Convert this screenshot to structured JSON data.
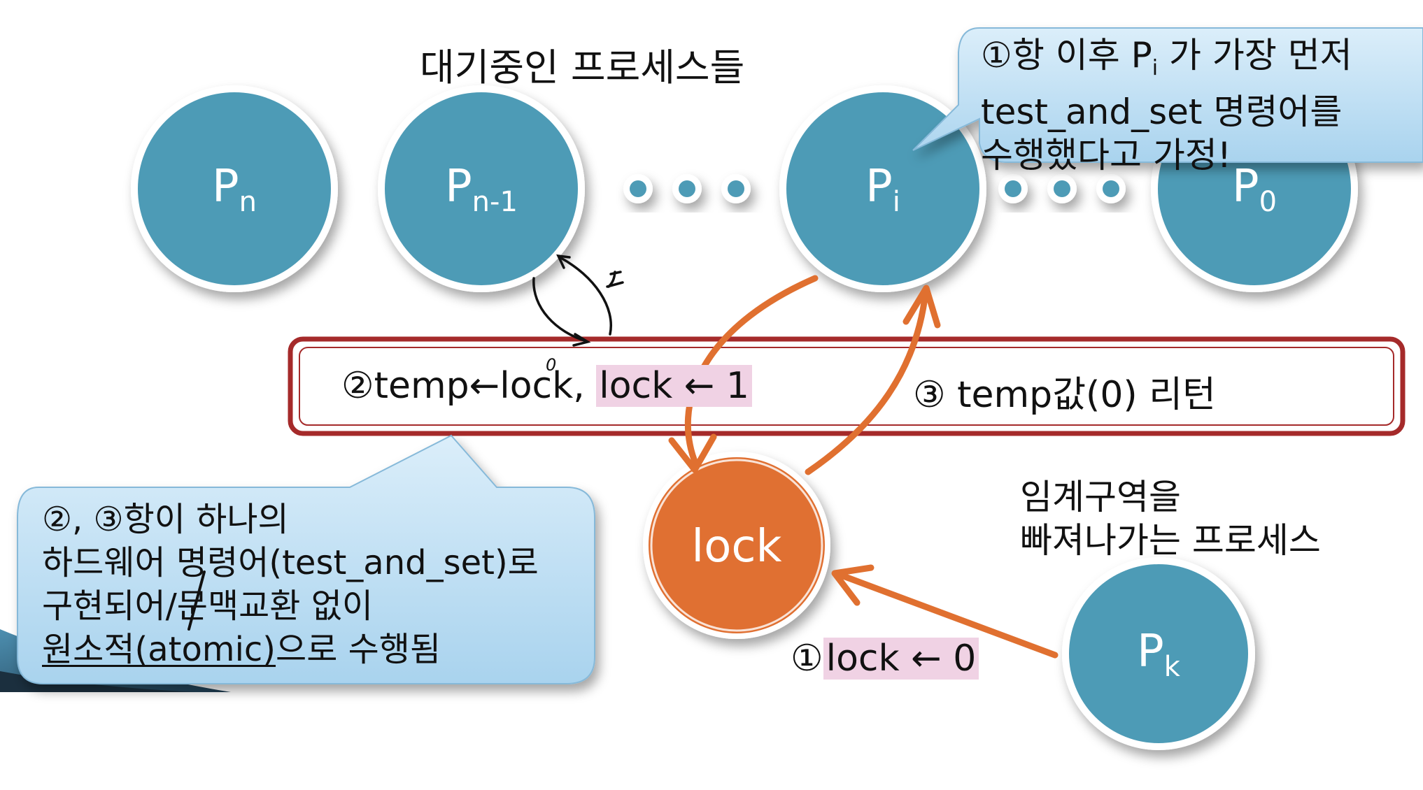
{
  "title": "대기중인 프로세스들",
  "processes": {
    "pn": {
      "base": "P",
      "sub": "n"
    },
    "pn1": {
      "base": "P",
      "sub": "n-1"
    },
    "pi": {
      "base": "P",
      "sub": "i"
    },
    "p0": {
      "base": "P",
      "sub": "0"
    },
    "pk": {
      "base": "P",
      "sub": "k"
    }
  },
  "lock_label": "lock",
  "top_callout": {
    "line1_prefix": "①항 이후 P",
    "line1_sub": "i",
    "line1_suffix": " 가 가장 먼저",
    "line2": "test_and_set 명령어를",
    "line3": "수행했다고 가정!"
  },
  "instruction_box": {
    "step2_prefix": "②temp",
    "step2_arrow": "←",
    "step2_lock": "lock,",
    "step2_highlight": "lock ← 1",
    "step2_annot_zero": "0",
    "step3": "③ temp값(0) 리턴"
  },
  "handwritten_one": "1",
  "exiting": {
    "line1": "임계구역을",
    "line2": "빠져나가는 프로세스"
  },
  "step1": {
    "circled": "①",
    "highlight": "lock ← 0"
  },
  "bottom_callout": {
    "line1": "②, ③항이 하나의",
    "line2": "하드웨어 명령어(test_and_set)로",
    "line3": "구현되어/문맥교환 없이",
    "line4_underlined": "원소적(atomic)",
    "line4_rest": "으로 수행됨"
  },
  "colors": {
    "process_circle": "#4e9bb6",
    "lock_circle": "#e07030",
    "arrow": "#e07030",
    "box_border": "#a52a2a",
    "callout_fill": "#c6e4f5",
    "highlight": "#f0d2e4"
  }
}
